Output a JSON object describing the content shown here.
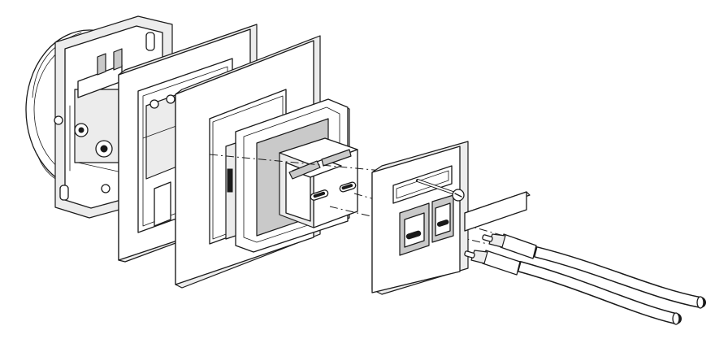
{
  "diagram": {
    "components": [
      {
        "id": "mounting-box",
        "icon": "mounting-box-shape"
      },
      {
        "id": "outer-frame",
        "icon": "frame-shape"
      },
      {
        "id": "inner-frame",
        "icon": "frame-shape"
      },
      {
        "id": "usb-c-module",
        "icon": "usb-c-module-shape"
      },
      {
        "id": "cover-plate",
        "icon": "cover-plate-shape"
      },
      {
        "id": "cover-screw",
        "icon": "screw-shape"
      },
      {
        "id": "label-strip",
        "icon": "label-strip-shape"
      },
      {
        "id": "usb-c-cable-upper",
        "icon": "usb-c-plug-shape"
      },
      {
        "id": "usb-c-cable-lower",
        "icon": "usb-c-plug-shape"
      }
    ],
    "colors": {
      "line": "#1a1a1a",
      "face": "#ffffff",
      "side": "#ececec",
      "shade": "#c9c9c9"
    }
  }
}
